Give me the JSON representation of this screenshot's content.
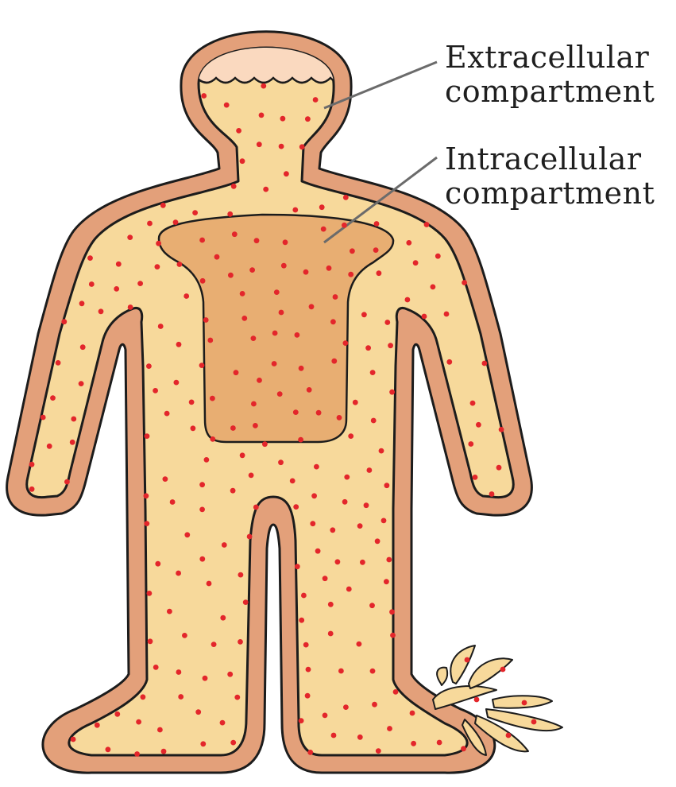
{
  "labels": {
    "extracellular": {
      "line1": "Extracellular",
      "line2": "compartment"
    },
    "intracellular": {
      "line1": "Intracellular",
      "line2": "compartment"
    }
  },
  "colors": {
    "skin": "#E3A07A",
    "extracellular_fluid": "#F7D99B",
    "intracellular_region": "#E8AE72",
    "head_air": "#FAD9BF",
    "outline": "#1c1c1c",
    "dots": "#E3262B",
    "leader_line": "#6b6b6b"
  }
}
